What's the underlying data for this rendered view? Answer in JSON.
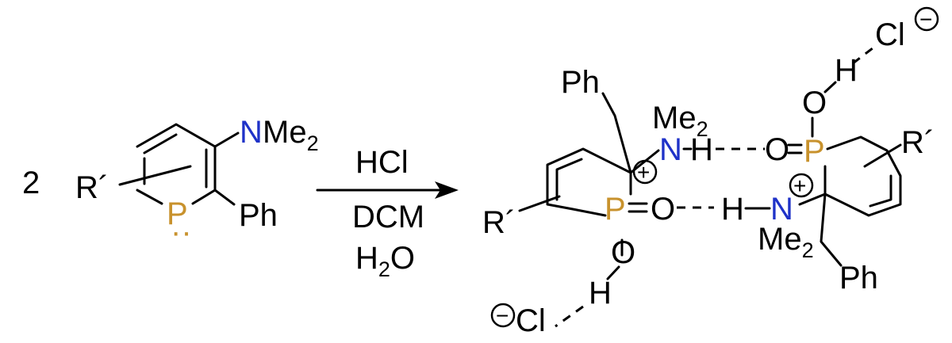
{
  "colors": {
    "phosphorus": "#c8922d",
    "nitrogen": "#1f32c8",
    "bond": "#000000"
  },
  "reaction": {
    "coefficient": "2",
    "arrow_above": "HCl",
    "arrow_below_1": "DCM",
    "arrow_below_2_main": "H",
    "arrow_below_2_sub": "2",
    "arrow_below_2_tail": "O"
  },
  "reactant": {
    "nme2_n": "N",
    "nme2_me": "Me",
    "nme2_sub": "2",
    "phosphorus": "P",
    "lone_pair": "··",
    "phenyl": "Ph",
    "substituent": "R´"
  },
  "product": {
    "left": {
      "phenyl": "Ph",
      "me": "Me",
      "me_sub": "2",
      "n": "N",
      "plus": "+",
      "h_nh": "H",
      "p": "P",
      "o_double": "O",
      "o_hydroxy": "O",
      "h_oh": "H",
      "substituent": "R´",
      "cl": "Cl",
      "minus": "−"
    },
    "right": {
      "cl": "Cl",
      "minus": "−",
      "h_oh": "H",
      "o_hydroxy": "O",
      "o_double": "O",
      "p": "P",
      "substituent": "R´",
      "h_nh": "H",
      "n": "N",
      "plus": "+",
      "me": "Me",
      "me_sub": "2",
      "phenyl": "Ph"
    }
  }
}
